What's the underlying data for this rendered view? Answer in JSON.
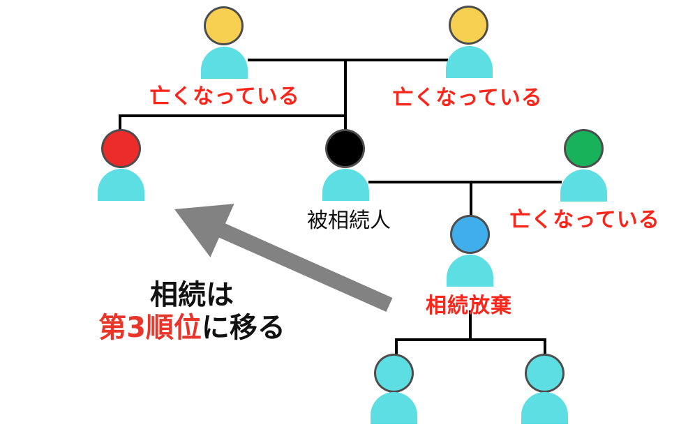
{
  "diagram_type": "inheritance-family-tree",
  "colors": {
    "background": "#ffffff",
    "body_cyan": "#5cdee2",
    "head_outline": "#4d4d4d",
    "line": "#000000",
    "label_red": "#f8261b",
    "emphasis_red": "#e8362b",
    "text_black": "#111111",
    "arrow_gray": "#828282"
  },
  "persons": [
    {
      "name": "parent-left",
      "head_color": "#f7d052"
    },
    {
      "name": "parent-right",
      "head_color": "#f7d052"
    },
    {
      "name": "sibling-heir",
      "head_color": "#ec2b2b"
    },
    {
      "name": "decedent",
      "head_color": "#000000"
    },
    {
      "name": "spouse",
      "head_color": "#17b259"
    },
    {
      "name": "child-renouncing",
      "head_color": "#41aeec"
    },
    {
      "name": "grandchild-left",
      "head_color": "#5cdee2"
    },
    {
      "name": "grandchild-right",
      "head_color": "#5cdee2"
    }
  ],
  "labels": {
    "deceased_left_parent": "亡くなっている",
    "deceased_right_parent": "亡くなっている",
    "decedent": "被相続人",
    "deceased_spouse": "亡くなっている",
    "renunciation": "相続放棄"
  },
  "note": {
    "line1": "相続は",
    "line2_emphasis": "第3順位",
    "line2_rest": "に移る"
  }
}
